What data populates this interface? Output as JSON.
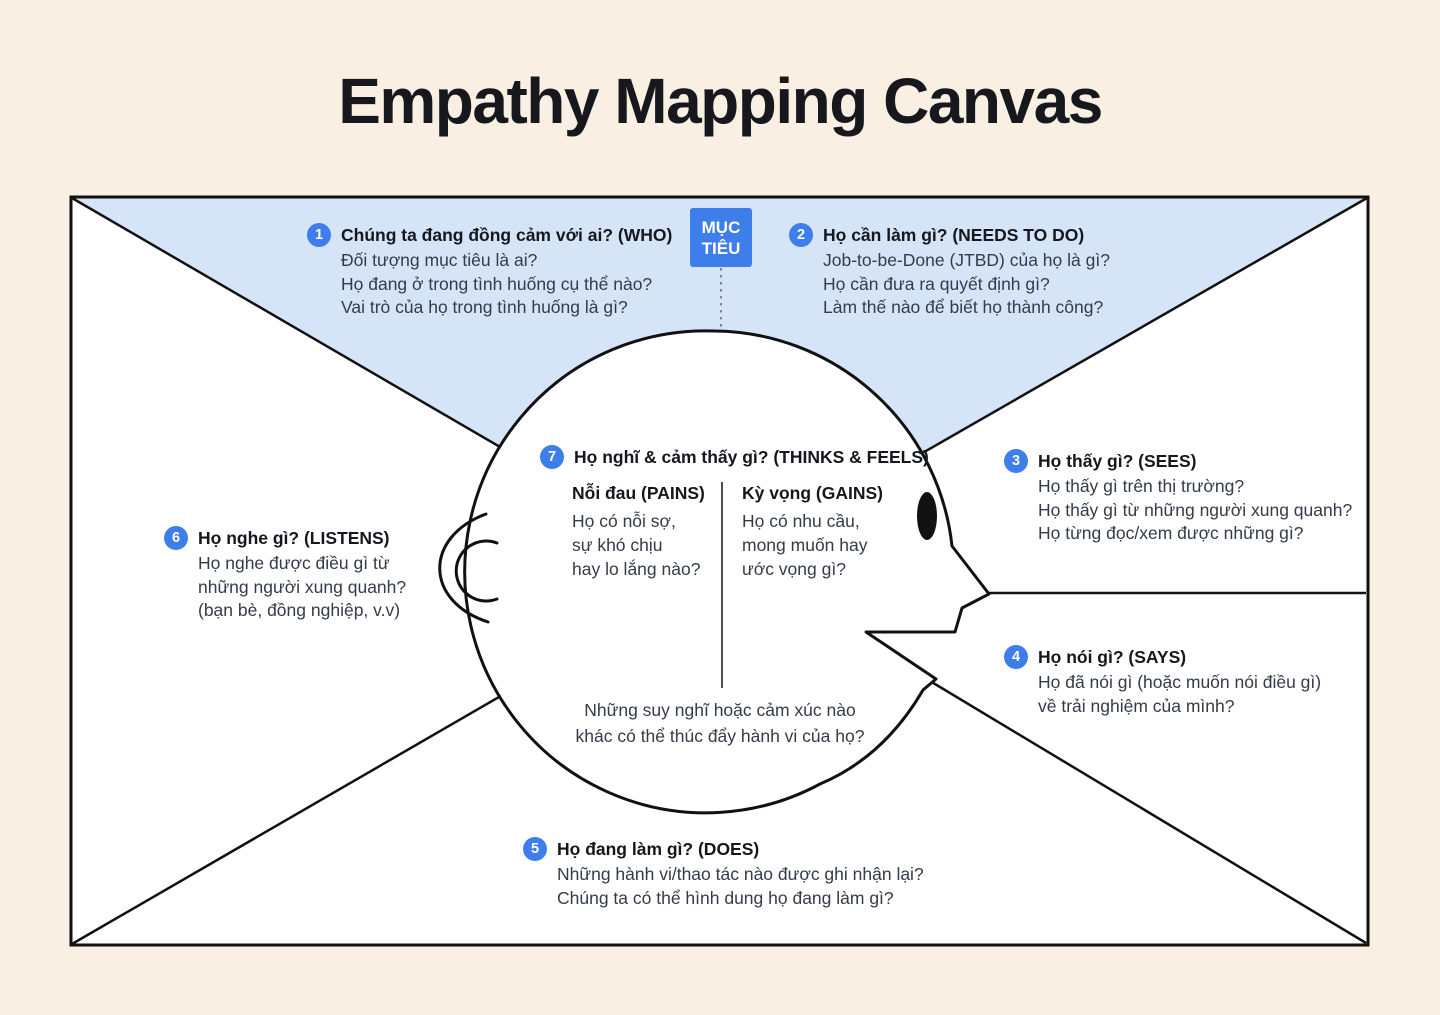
{
  "page_title": "Empathy Mapping Canvas",
  "goal_badge": {
    "line1": "MỤC",
    "line2": "TIÊU"
  },
  "sections": [
    {
      "num": "1",
      "title": "Chúng ta đang đồng cảm với ai? (WHO)",
      "lines": [
        "Đối tượng mục tiêu là ai?",
        "Họ đang ở trong tình huống cụ thể nào?",
        "Vai trò của họ trong tình huống là gì?"
      ]
    },
    {
      "num": "2",
      "title": "Họ cần làm gì? (NEEDS TO DO)",
      "lines": [
        "Job-to-be-Done (JTBD) của họ là gì?",
        "Họ cần đưa ra quyết định gì?",
        "Làm thế nào để biết họ thành công?"
      ]
    },
    {
      "num": "3",
      "title": "Họ thấy gì? (SEES)",
      "lines": [
        "Họ thấy gì trên thị trường?",
        "Họ thấy gì từ những người xung quanh?",
        "Họ từng đọc/xem được những gì?"
      ]
    },
    {
      "num": "4",
      "title": "Họ nói gì? (SAYS)",
      "lines": [
        "Họ đã nói gì (hoặc muốn nói điều gì)",
        "về trải nghiệm của mình?"
      ]
    },
    {
      "num": "5",
      "title": "Họ đang làm gì? (DOES)",
      "lines": [
        "Những hành vi/thao tác nào được ghi nhận lại?",
        "Chúng ta có thể hình dung họ đang làm gì?"
      ]
    },
    {
      "num": "6",
      "title": "Họ nghe gì? (LISTENS)",
      "lines": [
        "Họ nghe được điều gì từ",
        "những người xung quanh?",
        "(bạn bè, đồng nghiệp, v.v)"
      ]
    },
    {
      "num": "7",
      "title": "Họ nghĩ & cảm thấy gì? (THINKS & FEELS)",
      "lines": []
    }
  ],
  "thinks_feels": {
    "pains_title": "Nỗi đau (PAINS)",
    "pains_lines": [
      "Họ có nỗi sợ,",
      "sự khó chịu",
      "hay lo lắng nào?"
    ],
    "gains_title": "Kỳ vọng (GAINS)",
    "gains_lines": [
      "Họ có nhu cầu,",
      "mong muốn hay",
      "ước vọng gì?"
    ],
    "footer_lines": [
      "Những suy nghĩ hoặc cảm xúc nào",
      "khác có thể thúc đẩy hành vi của họ?"
    ]
  },
  "colors": {
    "background": "#F9EFE2",
    "canvas": "#FFFFFF",
    "outline": "#111111",
    "accent_blue": "#3D7EEA",
    "highlight_blue": "#D6E4F8"
  }
}
